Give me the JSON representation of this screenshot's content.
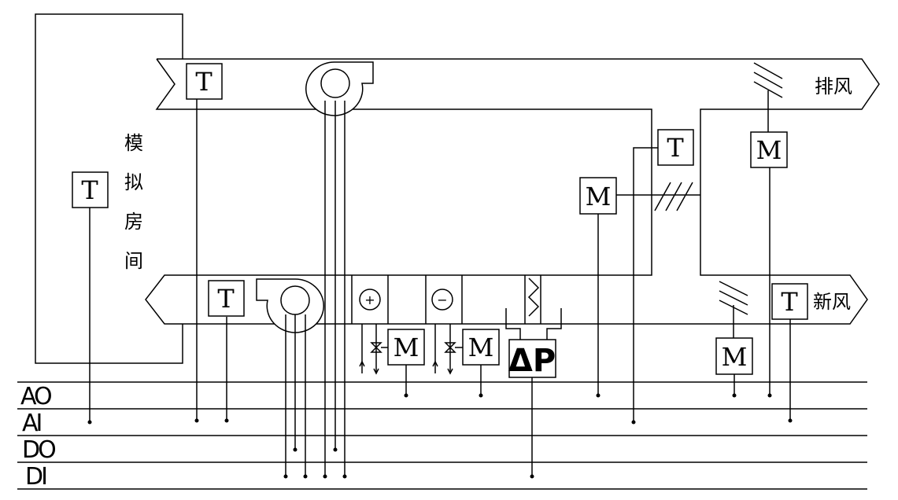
{
  "room": {
    "label_chars": [
      "模",
      "拟",
      "房",
      "间"
    ]
  },
  "exhaust_label": "排风",
  "fresh_label": "新风",
  "sensor_labels": {
    "temperature": "T",
    "motor": "M",
    "pressure": "ΔP"
  },
  "coil_symbols": {
    "heating": "+",
    "cooling": "−"
  },
  "buses": [
    {
      "key": "ao",
      "label": "AO"
    },
    {
      "key": "ai",
      "label": "AI"
    },
    {
      "key": "do",
      "label": "DO"
    },
    {
      "key": "di",
      "label": "DI"
    }
  ]
}
